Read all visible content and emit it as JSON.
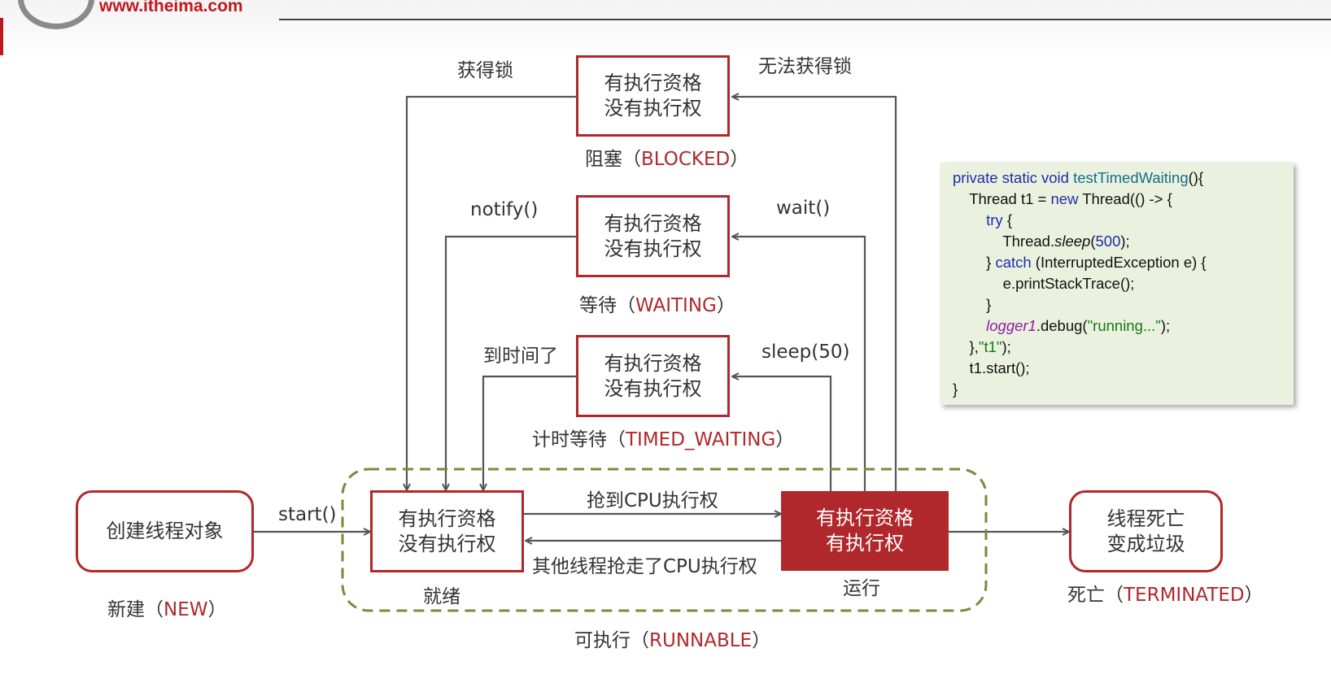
{
  "header": {
    "logo_url_text": "www.itheima.com",
    "title_fragment": "…多…线…状…态…，…要…注…意…，…别…混…淆…，…此…外…需…注…意…锁…"
  },
  "states": {
    "new": {
      "box_text": "创建线程对象",
      "caption": "新建",
      "caption_en": "NEW"
    },
    "ready": {
      "line1": "有执行资格",
      "line2": "没有执行权",
      "caption": "就绪"
    },
    "running": {
      "line1": "有执行资格",
      "line2": "有执行权",
      "caption": "运行"
    },
    "terminated": {
      "line1": "线程死亡",
      "line2": "变成垃圾",
      "caption": "死亡",
      "caption_en": "TERMINATED"
    },
    "blocked": {
      "line1": "有执行资格",
      "line2": "没有执行权",
      "caption": "阻塞",
      "caption_en": "BLOCKED"
    },
    "waiting": {
      "line1": "有执行资格",
      "line2": "没有执行权",
      "caption": "等待",
      "caption_en": "WAITING"
    },
    "timed_waiting": {
      "line1": "有执行资格",
      "line2": "没有执行权",
      "caption": "计时等待",
      "caption_en": "TIMED_WAITING"
    },
    "runnable": {
      "caption": "可执行",
      "caption_en": "RUNNABLE"
    }
  },
  "transitions": {
    "start": "start()",
    "grab_cpu": "抢到CPU执行权",
    "cpu_taken": "其他线程抢走了CPU执行权",
    "got_lock": "获得锁",
    "no_lock": "无法获得锁",
    "notify": "notify()",
    "wait": "wait()",
    "time_up": "到时间了",
    "sleep": "sleep(50)"
  },
  "paren": {
    "open": "（",
    "close": "）"
  },
  "code": {
    "l1_kw": "private static void ",
    "l1_name": "testTimedWaiting",
    "l1_rest": "(){",
    "l2_a": "    Thread t1 = ",
    "l2_kw": "new",
    "l2_b": " Thread(() -> {",
    "l3_kw": "try",
    "l3_rest": " {",
    "l4_a": "            Thread.",
    "l4_method": "sleep",
    "l4_b": "(",
    "l4_num": "500",
    "l4_c": ");",
    "l5_a": "        } ",
    "l5_kw": "catch",
    "l5_b": " (InterruptedException e) {",
    "l6": "            e.printStackTrace();",
    "l7": "        }",
    "l8_logger": "logger1",
    "l8_a": ".debug(",
    "l8_str": "\"running...\"",
    "l8_b": ");",
    "l9_a": "    },",
    "l9_str": "\"t1\"",
    "l9_b": ");",
    "l10": "    t1.start();",
    "l11": "}"
  },
  "colors": {
    "state_border": "#b0282b",
    "running_fill": "#b0282b",
    "runnable_dash": "#7a8a3a",
    "code_bg": "#ebf1df"
  }
}
